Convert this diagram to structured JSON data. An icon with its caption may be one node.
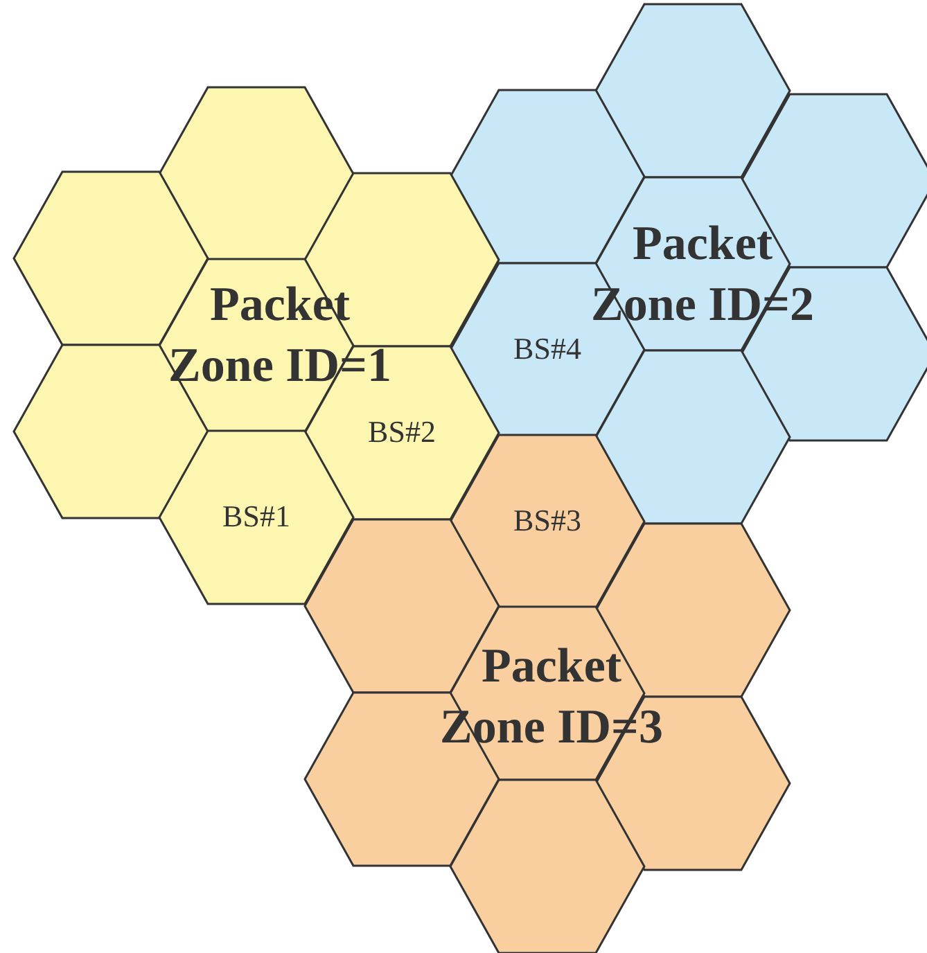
{
  "diagram": {
    "nodes": [
      {
        "text": [],
        "shape": "hexagon"
      },
      {
        "text": [],
        "shape": "hexagon"
      },
      {
        "text": [],
        "shape": "hexagon"
      },
      {
        "text": [],
        "shape": "hexagon"
      },
      {
        "text": [],
        "shape": "hexagon"
      },
      {
        "text": [],
        "shape": "hexagon"
      },
      {
        "text": [],
        "shape": "hexagon"
      },
      {
        "text": [],
        "shape": "hexagon"
      },
      {
        "text": [
          "BS#4"
        ]
      },
      {
        "text": [],
        "shape": "hexagon"
      },
      {
        "text": [],
        "shape": "hexagon"
      },
      {
        "text": [
          "BS#2"
        ]
      },
      {
        "text": [],
        "shape": "hexagon"
      },
      {
        "text": [
          "BS#1"
        ]
      },
      {
        "text": [
          "BS#3"
        ]
      },
      {
        "text": [],
        "shape": "hexagon"
      },
      {
        "text": [],
        "shape": "hexagon"
      },
      {
        "text": [],
        "shape": "hexagon"
      },
      {
        "text": [],
        "shape": "hexagon"
      },
      {
        "text": [],
        "shape": "hexagon"
      },
      {
        "text": [],
        "shape": "hexagon"
      }
    ],
    "labels": [
      "Packet Zone ID=1",
      "Packet Zone ID=2",
      "Packet Zone ID=3"
    ]
  }
}
